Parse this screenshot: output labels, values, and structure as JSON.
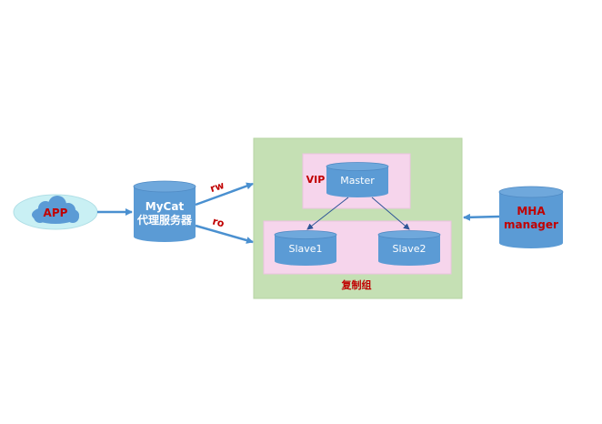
{
  "colors": {
    "node_fill": "#5b9bd5",
    "node_top": "#6fa8dc",
    "group_fill": "#c5e0b4",
    "subgroup_fill": "#f6d5ec",
    "cloud_halo": "#c9f0f4",
    "label_red": "#c00000",
    "arrow": "#4a90d0",
    "replication_arrow": "#2f5597"
  },
  "nodes": {
    "app": {
      "label": "APP",
      "icon": "cloud-icon"
    },
    "mycat": {
      "line1": "MyCat",
      "line2": "代理服务器",
      "icon": "database-cylinder-icon"
    },
    "master": {
      "label": "Master",
      "icon": "database-cylinder-icon"
    },
    "slave1": {
      "label": "Slave1",
      "icon": "database-cylinder-icon"
    },
    "slave2": {
      "label": "Slave2",
      "icon": "database-cylinder-icon"
    },
    "mha": {
      "line1": "MHA",
      "line2": "manager",
      "icon": "database-cylinder-icon"
    }
  },
  "labels": {
    "vip": "VIP",
    "group": "复制组",
    "rw": "rw",
    "ro": "ro"
  }
}
